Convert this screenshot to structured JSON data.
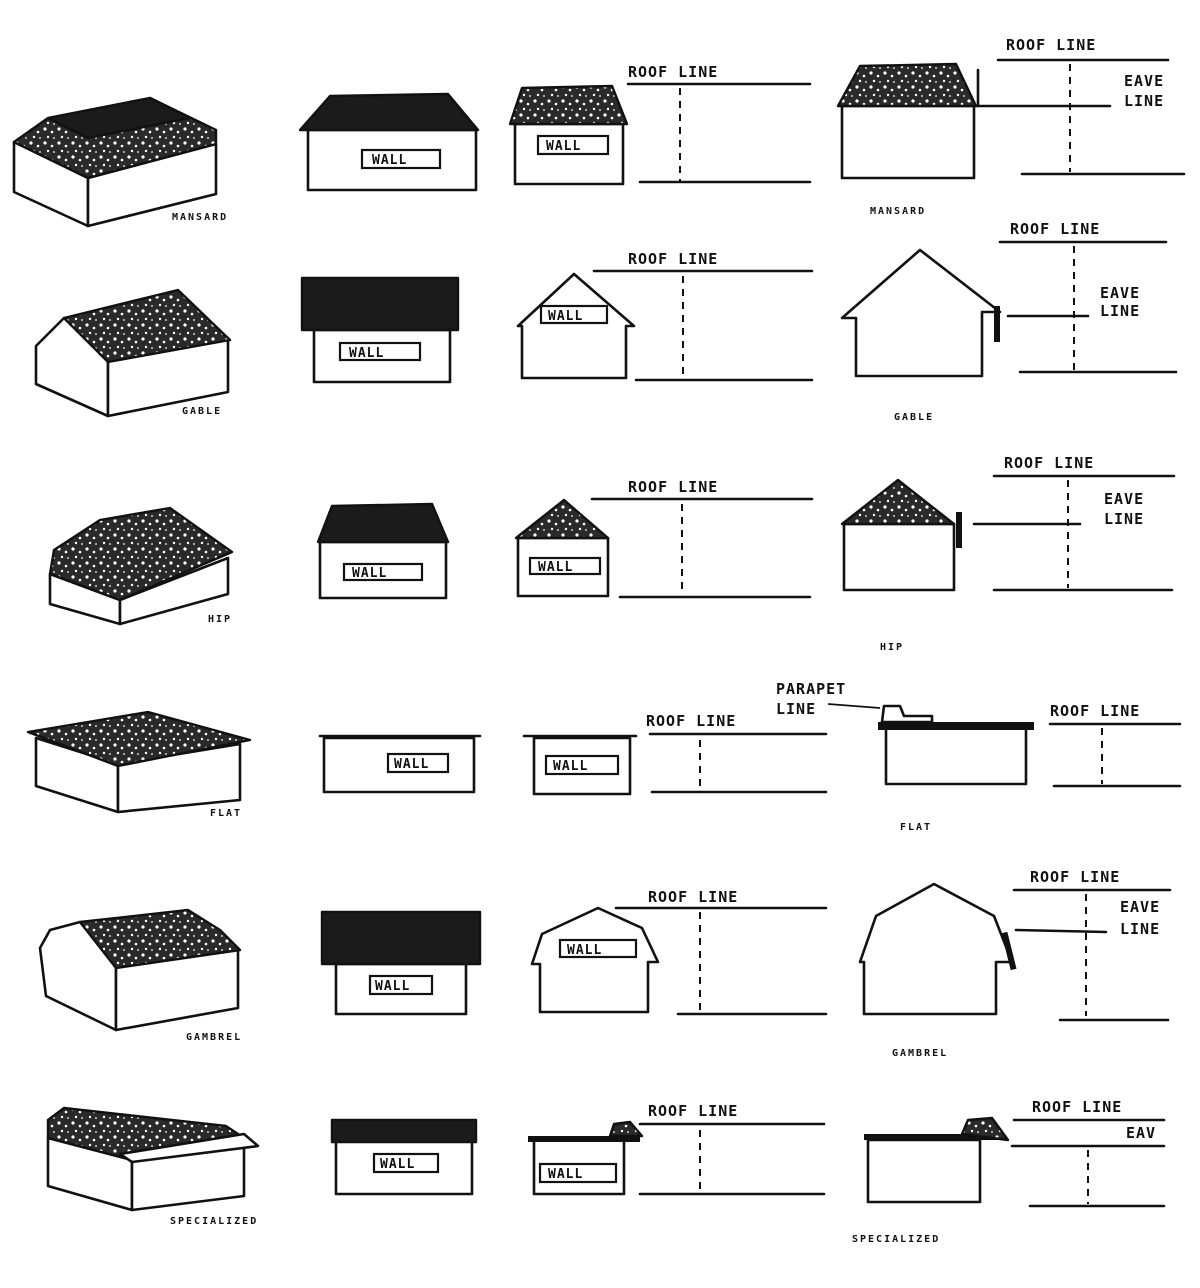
{
  "labels": {
    "wall": "WALL",
    "roof_line": "ROOF LINE",
    "eave": "EAVE",
    "line": "LINE",
    "eav": "EAV",
    "parapet": "PARAPET",
    "parapet_line": "LINE"
  },
  "rows": [
    {
      "name": "mansard",
      "caption": "MANSARD"
    },
    {
      "name": "gable",
      "caption": "GABLE"
    },
    {
      "name": "hip",
      "caption": "HIP"
    },
    {
      "name": "flat",
      "caption": "FLAT"
    },
    {
      "name": "gambrel",
      "caption": "GAMBREL"
    },
    {
      "name": "specialized",
      "caption": "SPECIALIZED"
    }
  ]
}
